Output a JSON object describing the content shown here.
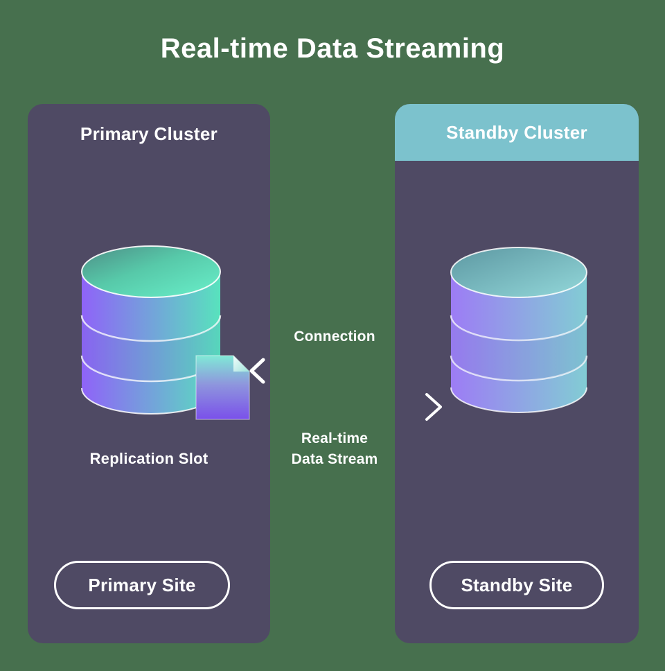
{
  "title": "Real-time Data Streaming",
  "colors": {
    "background": "#47704e",
    "panel": "#4f4a64",
    "header": "#7cc2cd",
    "text": "#ffffff",
    "gradient_violet": "#8f63f8",
    "gradient_mint": "#58e2bd",
    "standby_violet": "#9d7cf5",
    "standby_teal": "#82ccd4"
  },
  "primary_cluster": {
    "title": "Primary Cluster",
    "caption": "Replication Slot",
    "badge": "Primary Site"
  },
  "standby_cluster": {
    "title": "Standby Cluster",
    "badge": "Standby Site"
  },
  "link": {
    "connection_label": "Connection",
    "stream_label_line1": "Real-time",
    "stream_label_line2": "Data Stream"
  }
}
